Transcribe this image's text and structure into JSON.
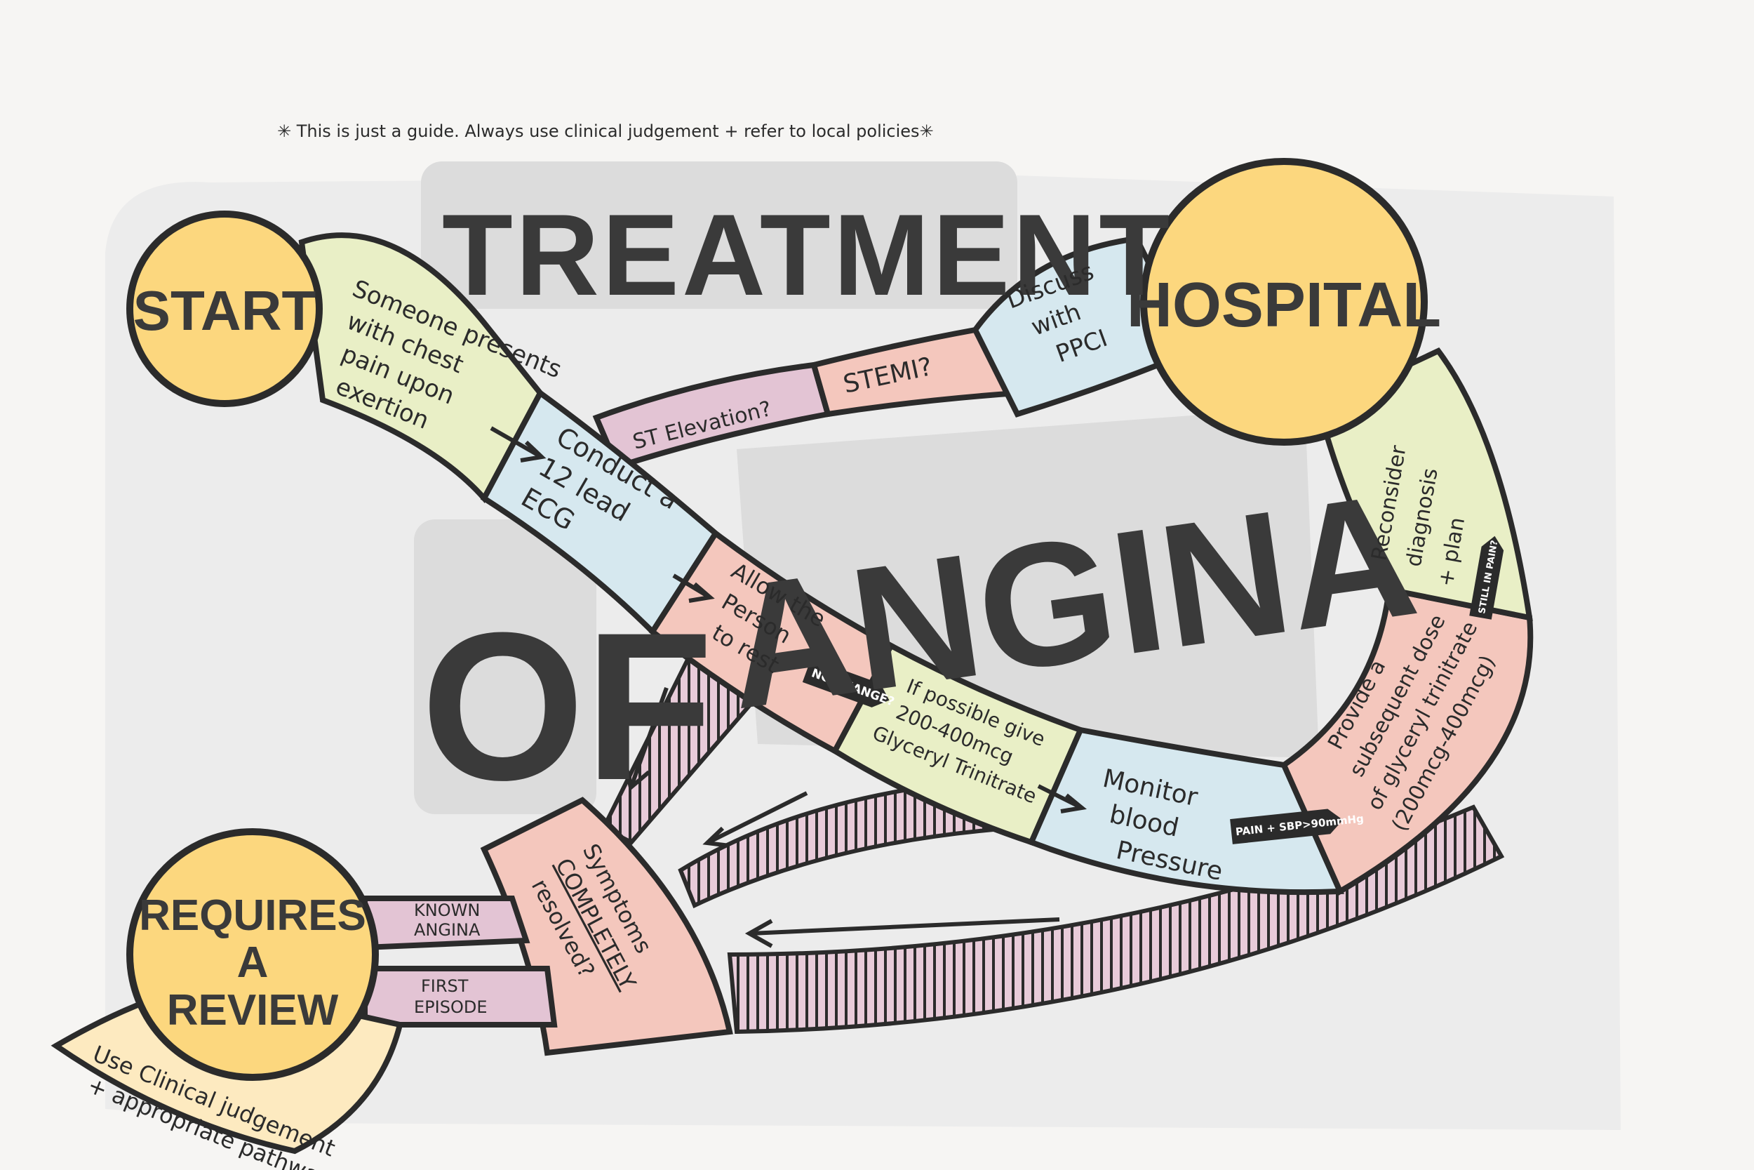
{
  "disclaimer": "✳ This is just a guide. Always use clinical judgement + refer to local policies✳",
  "title": {
    "line1": "TREATMENT",
    "line2": "OF",
    "line3": "ANGINA"
  },
  "nodes": {
    "start": "START",
    "hospital": "HOSPITAL",
    "review": [
      "REQUIRES",
      "A",
      "REVIEW"
    ]
  },
  "steps": {
    "presents": [
      "Someone presents",
      "with chest",
      "pain upon",
      "exertion"
    ],
    "ecg": [
      "Conduct a",
      "12 lead",
      "ECG"
    ],
    "rest": [
      "Allow the",
      "Person",
      "to rest"
    ],
    "gtn": [
      "If possible give",
      "200-400mcg",
      "Glyceryl Trinitrate"
    ],
    "monitor": [
      "Monitor",
      "blood",
      "Pressure"
    ],
    "subsequent": [
      "Provide a",
      "subsequent dose",
      "of glyceryl trinitrate",
      "(200mcg-400mcg)"
    ],
    "reconsider": [
      "Reconsider",
      "diagnosis",
      "+ plan"
    ],
    "st_elevation": "ST Elevation?",
    "stemi": "STEMI?",
    "discuss": [
      "Discuss",
      "with",
      "PPCI"
    ],
    "symptoms": [
      "Symptoms",
      "COMPLETELY",
      "resolved?"
    ],
    "known_angina": [
      "KNOWN",
      "ANGINA"
    ],
    "first_episode": [
      "FIRST",
      "EPISODE"
    ],
    "clinical": [
      "Use Clinical judgement",
      "+ appropriate pathways"
    ]
  },
  "labels": {
    "no_change": "NO CHANGE?",
    "pain_sbp": "PAIN + SBP>90mmHg",
    "still_in_pain": "STILL IN PAIN?"
  },
  "colors": {
    "outline": "#2b2b2b",
    "yellow_node": "#fcd77e",
    "green": "#e9efc6",
    "blue": "#d6e8ef",
    "pink": "#f4c7bd",
    "purple": "#e3c4d4",
    "cream": "#fdeac0",
    "gray_blob": "#e3e3e3"
  }
}
